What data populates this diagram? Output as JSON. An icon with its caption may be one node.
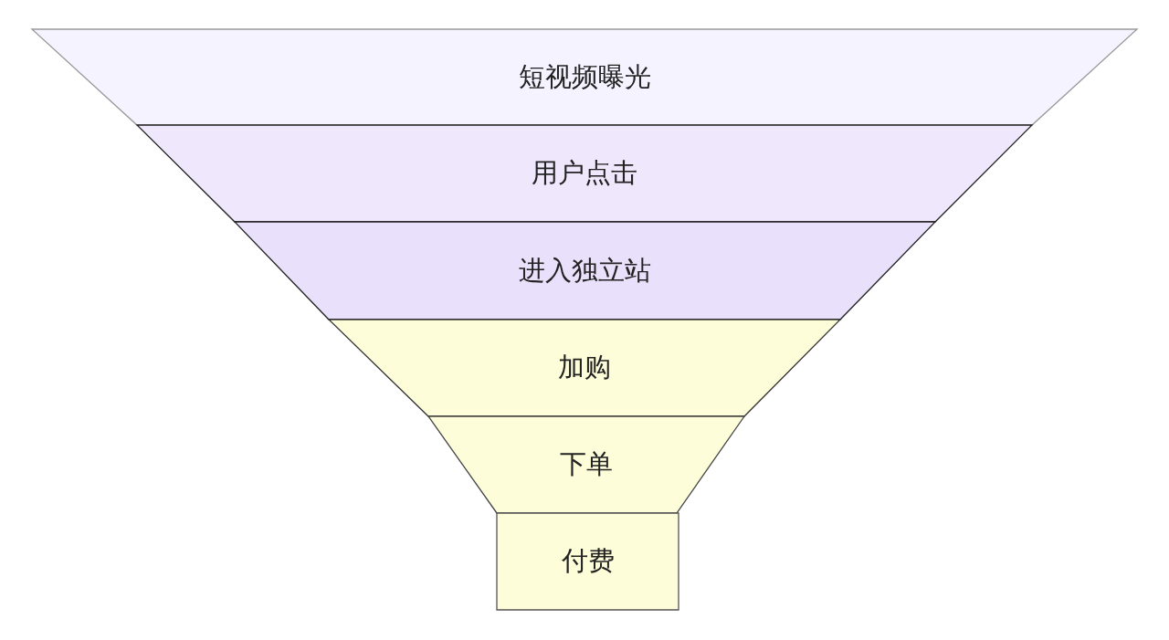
{
  "diagram": {
    "nodes": [
      {
        "text": [
          "短视频曝光"
        ]
      },
      {
        "text": [
          "用户点击"
        ]
      },
      {
        "text": [
          "进入独立站"
        ]
      },
      {
        "text": [
          "加购"
        ]
      },
      {
        "text": [
          "下单"
        ]
      },
      {
        "text": [
          "付费"
        ]
      }
    ]
  }
}
